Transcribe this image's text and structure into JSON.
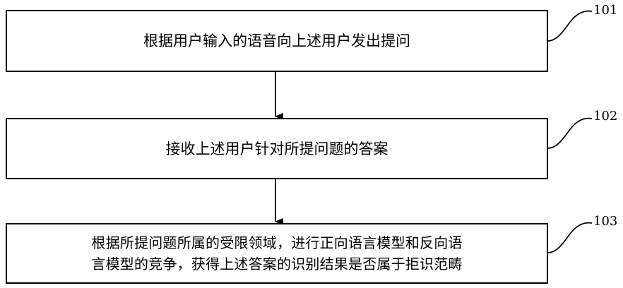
{
  "steps": [
    {
      "label": "根据用户输入的语音向上述用户发出提问",
      "ref": "101"
    },
    {
      "label": "接收上述用户针对所提问题的答案",
      "ref": "102"
    },
    {
      "label_line1": "根据所提问题所属的受限领域，进行正向语言模型和反向语",
      "label_line2": "言模型的竞争，获得上述答案的识别结果是否属于拒识范畴",
      "ref": "103"
    }
  ],
  "colors": {
    "stroke": "#000000",
    "background": "#ffffff"
  }
}
